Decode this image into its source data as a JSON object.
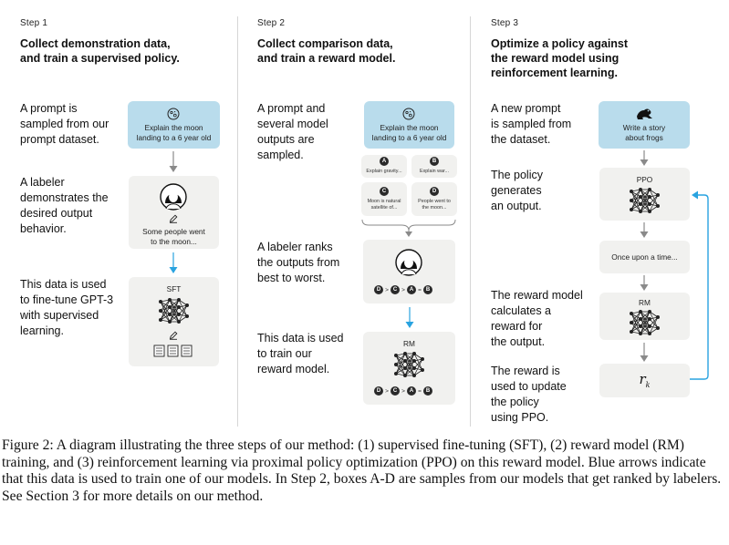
{
  "steps": [
    {
      "label": "Step 1",
      "title_line1": "Collect demonstration data,",
      "title_line2": "and train a supervised policy.",
      "desc1": [
        "A prompt is",
        "sampled from our",
        "prompt dataset."
      ],
      "desc2": [
        "A labeler",
        "demonstrates the",
        "desired output",
        "behavior."
      ],
      "desc3": [
        "This data is used",
        "to fine-tune GPT-3",
        "with supervised",
        "learning."
      ],
      "prompt_box": [
        "Explain the moon",
        "landing to a 6 year old"
      ],
      "demo_box": [
        "Some people went",
        "to the moon..."
      ],
      "model_label": "SFT"
    },
    {
      "label": "Step 2",
      "title_line1": "Collect comparison data,",
      "title_line2": "and train a reward model.",
      "desc1": [
        "A prompt and",
        "several model",
        "outputs are",
        "sampled."
      ],
      "desc2": [
        "A labeler ranks",
        "the outputs from",
        "best to worst."
      ],
      "desc3": [
        "This data is used",
        "to train our",
        "reward model."
      ],
      "prompt_box": [
        "Explain the moon",
        "landing to a 6 year old"
      ],
      "samples": [
        {
          "letter": "A",
          "text": [
            "Explain gravity..."
          ]
        },
        {
          "letter": "B",
          "text": [
            "Explain war..."
          ]
        },
        {
          "letter": "C",
          "text": [
            "Moon is natural",
            "satellite of..."
          ]
        },
        {
          "letter": "D",
          "text": [
            "People went to",
            "the moon..."
          ]
        }
      ],
      "ranking": [
        {
          "letter": "D",
          "op": ">"
        },
        {
          "letter": "C",
          "op": ">"
        },
        {
          "letter": "A",
          "op": "="
        },
        {
          "letter": "B",
          "op": ""
        }
      ],
      "model_label": "RM"
    },
    {
      "label": "Step 3",
      "title_line1": "Optimize a policy against",
      "title_line2": "the reward model using",
      "title_line3": "reinforcement learning.",
      "desc1": [
        "A new prompt",
        "is sampled from",
        "the dataset."
      ],
      "desc2": [
        "The policy",
        "generates",
        "an output."
      ],
      "desc3": [
        "The reward model",
        "calculates a",
        "reward for",
        "the output."
      ],
      "desc4": [
        "The reward is",
        "used to update",
        "the policy",
        "using PPO."
      ],
      "prompt_box": [
        "Write a story",
        "about frogs"
      ],
      "policy_label": "PPO",
      "output_box": "Once upon a time...",
      "rm_label": "RM",
      "reward_symbol": "r",
      "reward_sub": "k"
    }
  ],
  "caption": "Figure 2: A diagram illustrating the three steps of our method: (1) supervised fine-tuning (SFT), (2) reward model (RM) training, and (3) reinforcement learning via proximal policy optimization (PPO) on this reward model. Blue arrows indicate that this data is used to train one of our models. In Step 2, boxes A-D are samples from our models that get ranked by labelers. See Section 3 for more details on our method.",
  "colors": {
    "box_gray": "#f1f1ef",
    "box_blue": "#b9dcec",
    "arrow_gray": "#8a8a8a",
    "arrow_blue": "#29a3e0"
  },
  "icons": [
    "moon-icon",
    "frog-icon",
    "labeler-avatar-icon",
    "pencil-icon",
    "document-icon",
    "neural-network-icon"
  ]
}
